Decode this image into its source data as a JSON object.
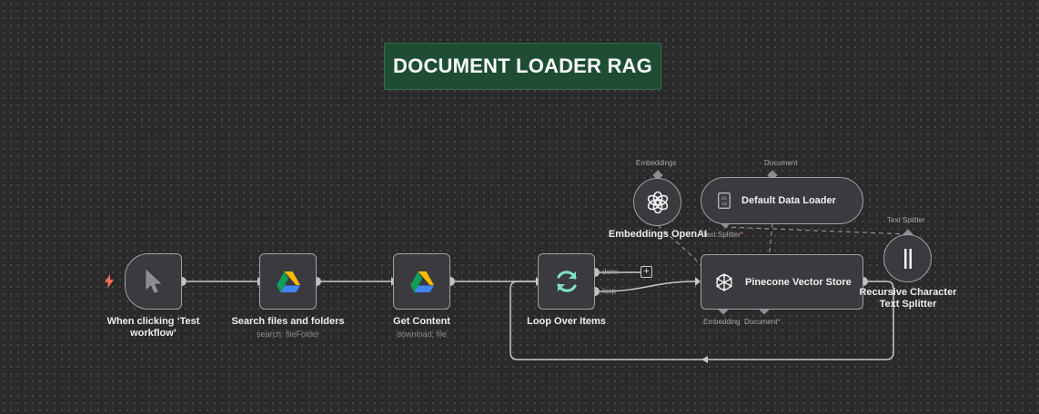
{
  "canvas": {
    "sticky_note": "DOCUMENT LOADER RAG"
  },
  "nodes": {
    "manual_trigger": {
      "label": "When clicking ‘Test workflow’",
      "icon": "cursor-icon"
    },
    "search_files": {
      "label": "Search files and folders",
      "subtitle": "search: fileFolder",
      "icon": "google-drive-icon"
    },
    "get_content": {
      "label": "Get Content",
      "subtitle": "download: file",
      "icon": "google-drive-icon"
    },
    "loop_over_items": {
      "label": "Loop Over Items",
      "icon": "loop-icon",
      "output_done": "done",
      "output_loop": "loop"
    },
    "pinecone_vector_store": {
      "label": "Pinecone Vector Store",
      "icon": "pinecone-icon",
      "port_embedding": "Embedding",
      "port_document": "Document"
    },
    "embeddings_openai": {
      "label": "Embeddings OpenAI",
      "icon": "openai-icon",
      "port_top": "Embeddings"
    },
    "default_data_loader": {
      "label": "Default Data Loader",
      "icon": "binary-file-icon",
      "port_top": "Document",
      "port_bottom": "Text Splitter"
    },
    "text_splitter": {
      "label": "Recursive Character Text Splitter",
      "icon": "splitter-icon",
      "port_top": "Text Splitter"
    }
  },
  "colors": {
    "canvas_bg": "#2a2a2a",
    "sticky_bg": "#1e4d34",
    "node_bg": "#3a3a3f",
    "node_border": "#a0a0a6",
    "wire": "#c8c8c8",
    "trigger_accent": "#ff6d5a",
    "loop_accent": "#7fe0c0",
    "required_marker": "#ff6d5a"
  }
}
